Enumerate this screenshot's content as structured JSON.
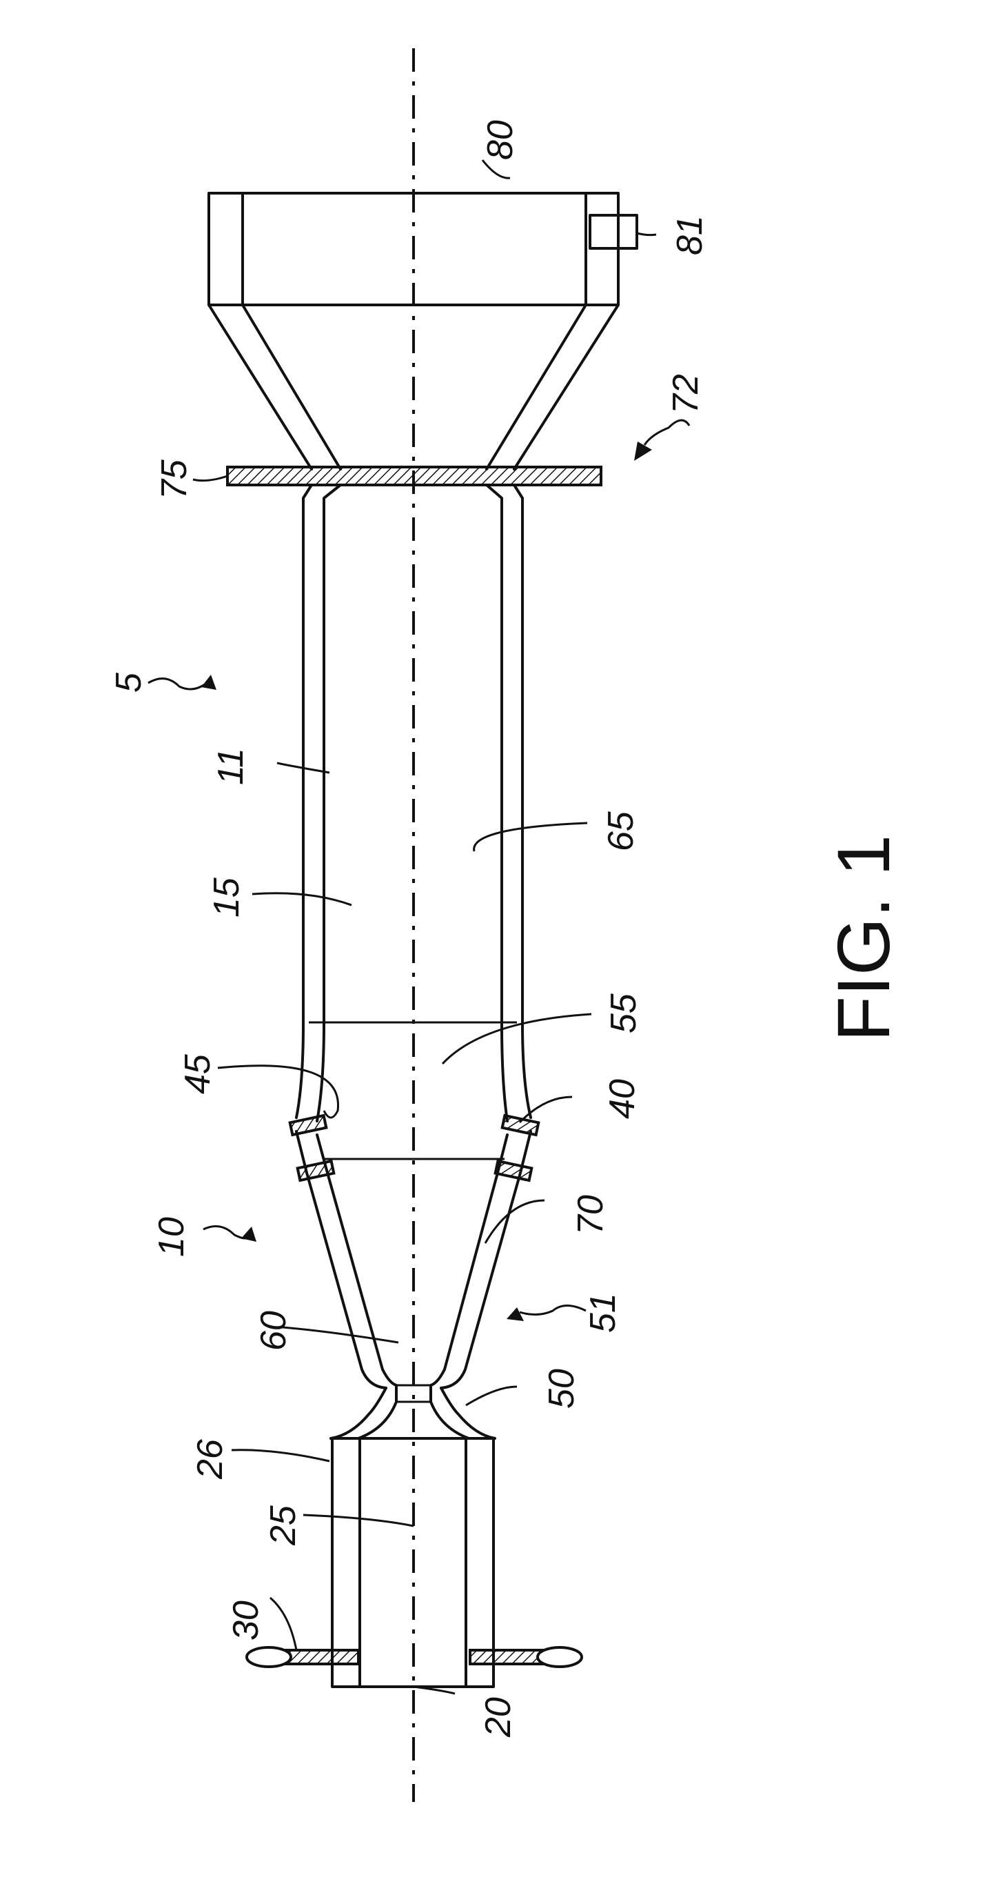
{
  "figure": {
    "caption": "FIG. 1",
    "labels": {
      "l5": "5",
      "l10": "10",
      "l11": "11",
      "l15": "15",
      "l20": "20",
      "l25": "25",
      "l26": "26",
      "l30": "30",
      "l40": "40",
      "l45": "45",
      "l50": "50",
      "l51": "51",
      "l55": "55",
      "l60": "60",
      "l65": "65",
      "l70": "70",
      "l72": "72",
      "l75": "75",
      "l80": "80",
      "l81": "81"
    }
  }
}
